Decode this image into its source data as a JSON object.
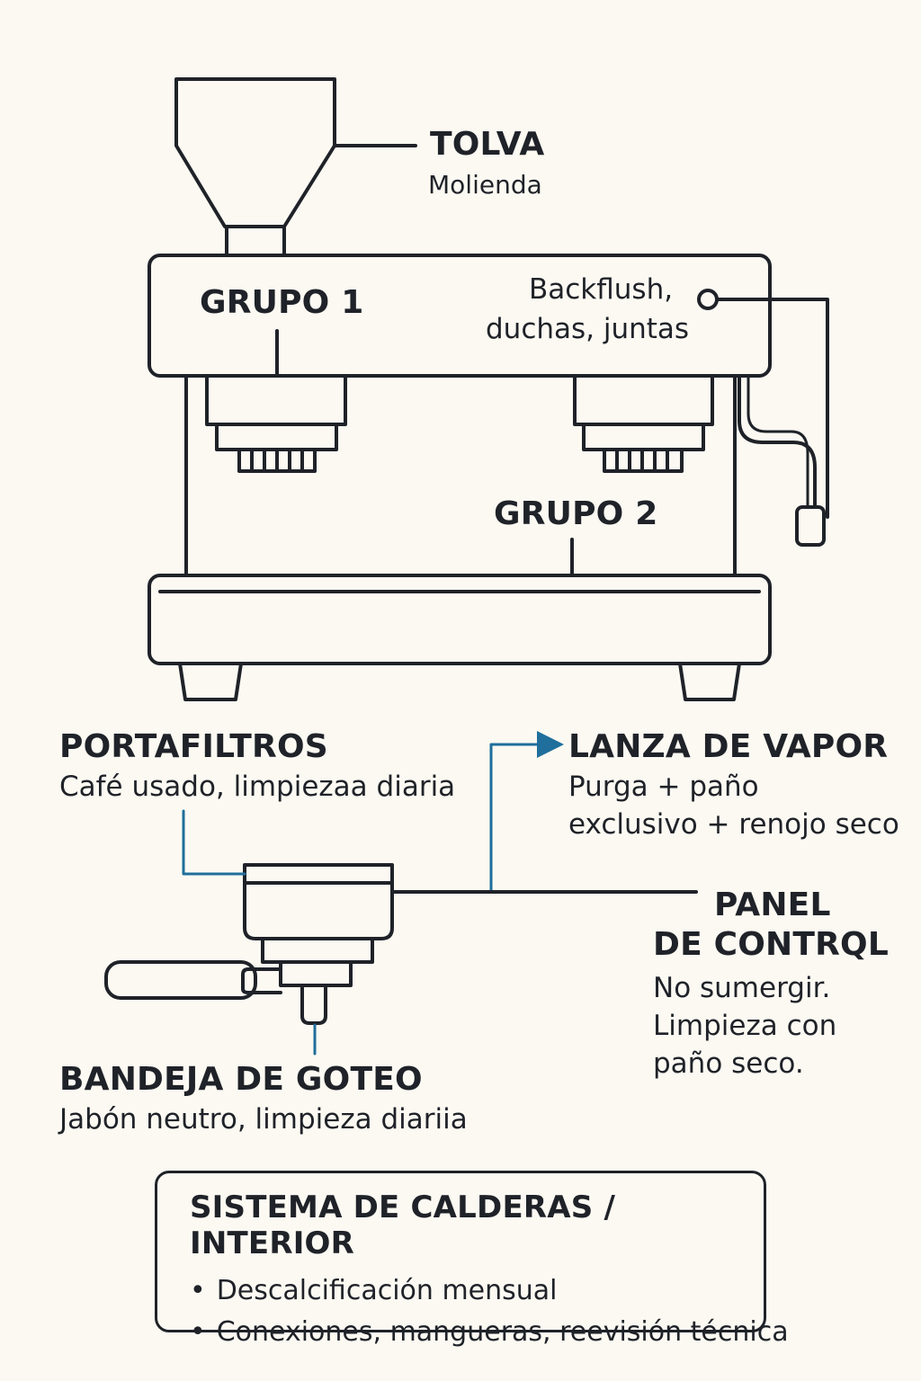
{
  "colors": {
    "background": "#fbf9f2",
    "ink": "#1f2228",
    "accent": "#1f6e9c"
  },
  "labels": {
    "tolva": {
      "title": "TOLVA",
      "sub": "Molienda"
    },
    "grupo1": {
      "title": "GRUPO 1"
    },
    "grupo2": {
      "title": "GRUPO 2"
    },
    "backflush": {
      "line1": "Backflush,",
      "line2": "duchas, juntas"
    },
    "portafiltros": {
      "title": "PORTAFILTROS",
      "sub": "Café usado, limpiezaa diaria"
    },
    "lanza": {
      "title": "LANZA DE VAPOR",
      "line1": "Purga + paño",
      "line2": "exclusivo + renojo seco"
    },
    "panel": {
      "title1": "PANEL",
      "title2": "DE CONTRQL",
      "line1": "No sumergir.",
      "line2": "Limpieza con",
      "line3": "paño seco."
    },
    "bandeja": {
      "title": "BANDEJA DE GOTEO",
      "sub": "Jabón neutro, limpieza diariia"
    }
  },
  "boiler": {
    "title": "SISTEMA DE CALDERAS / INTERIOR",
    "items": [
      "Descalcificación mensual",
      "Conexiones, mangueras, reevisión técnica"
    ]
  }
}
